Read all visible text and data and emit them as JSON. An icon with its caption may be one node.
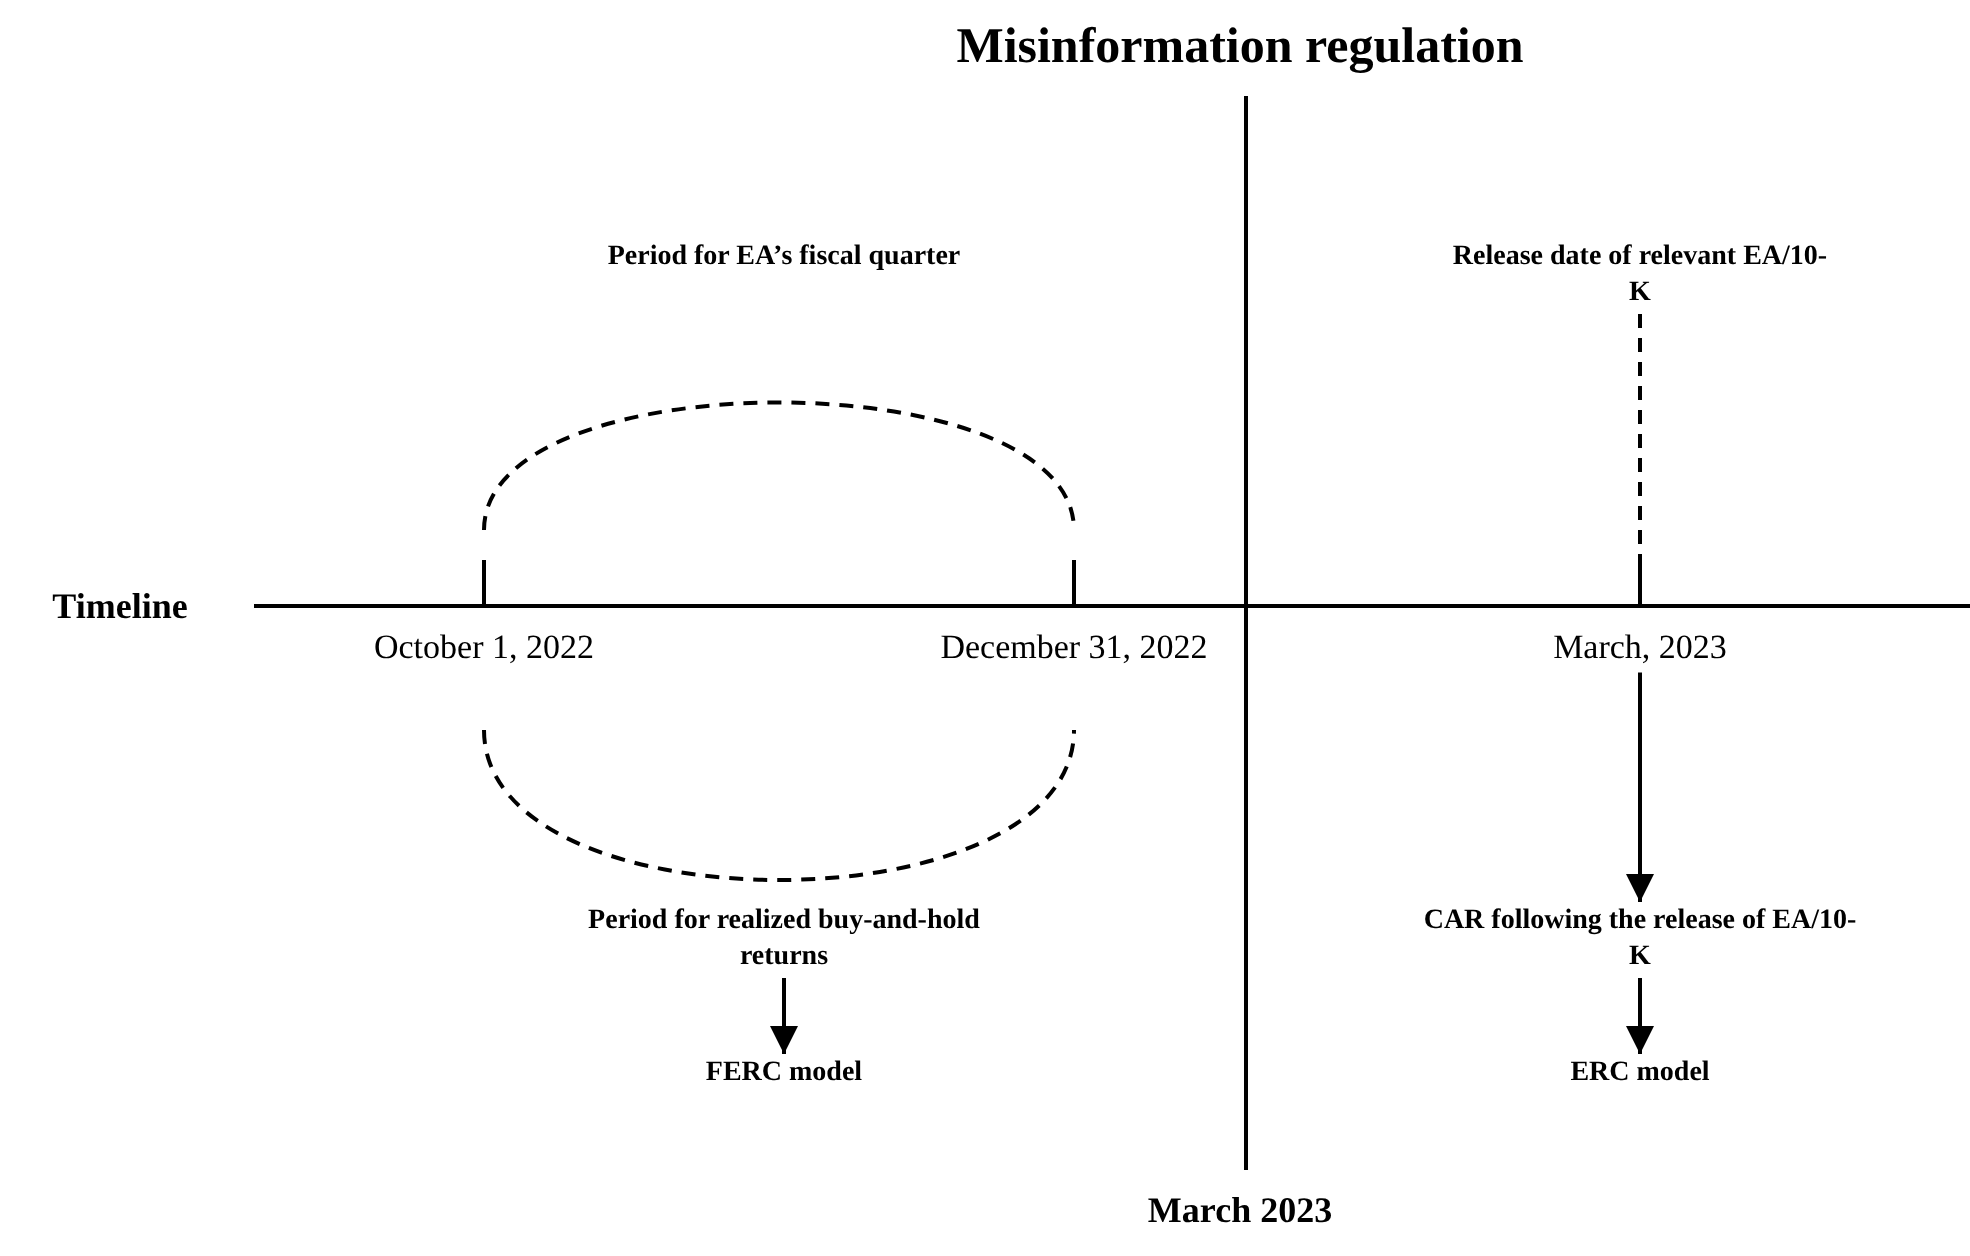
{
  "diagram": {
    "title": "Misinformation regulation",
    "nodes": [
      {
        "text": [
          "Period for EA’s fiscal quarter"
        ]
      },
      {
        "text": [
          "October 1, 2022"
        ]
      },
      {
        "text": [
          "December 31, 2022"
        ]
      },
      {
        "text": [
          "Release date of relevant EA/10-K"
        ]
      },
      {
        "text": [
          "March, 2023"
        ]
      },
      {
        "text": [
          "Period for realized buy-and-hold returns"
        ]
      },
      {
        "text": [
          "FERC model"
        ]
      },
      {
        "text": [
          "CAR following the release of EA/10-K"
        ]
      },
      {
        "text": [
          "ERC model"
        ]
      }
    ],
    "edges": [
      {
        "from": 3,
        "to": null,
        "arrow": "none",
        "style": "dashed"
      },
      {
        "from": 4,
        "to": 7,
        "arrow": "to"
      },
      {
        "from": 5,
        "to": 6,
        "arrow": "to"
      },
      {
        "from": 7,
        "to": 8,
        "arrow": "to"
      }
    ],
    "labels": [
      "Timeline",
      "March 2023"
    ]
  }
}
